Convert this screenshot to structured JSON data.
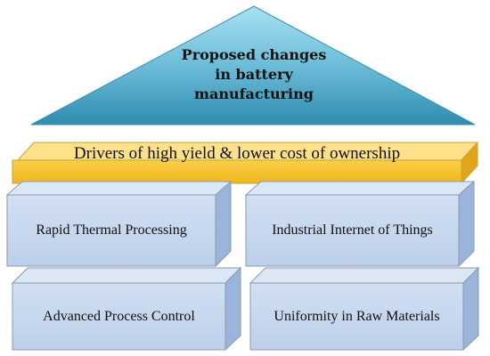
{
  "roof": {
    "lines": [
      "Proposed changes",
      "in battery",
      "manufacturing"
    ]
  },
  "band": {
    "label": "Drivers of high yield & lower cost of ownership"
  },
  "pillars": [
    {
      "label": "Rapid Thermal Processing"
    },
    {
      "label": "Industrial Internet of Things"
    },
    {
      "label": "Advanced Process Control"
    },
    {
      "label": "Uniformity in Raw Materials"
    }
  ],
  "colors": {
    "roof_light": "#9FD8EA",
    "roof_dark": "#2F8DB0",
    "band_face": "#F7C12B",
    "band_top": "#FCE08A",
    "box_face": "#C9D9EE",
    "box_side": "#9BB5DA",
    "box_top": "#DCE7F5",
    "outline": "#8A99AF"
  }
}
